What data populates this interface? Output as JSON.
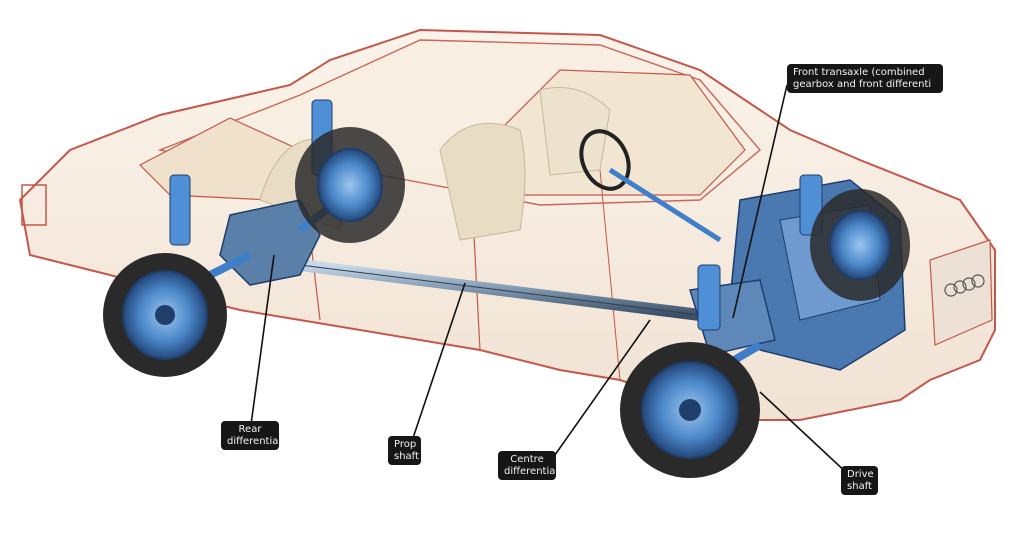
{
  "callouts": {
    "front_transaxle": {
      "line1": "Front transaxle (combined",
      "line2": "gearbox and front differenti"
    },
    "rear_differential": {
      "line1": "Rear",
      "line2": "differential"
    },
    "prop_shaft": {
      "line1": "Prop",
      "line2": "shaft"
    },
    "centre_differential": {
      "line1": "Centre",
      "line2": "differential"
    },
    "drive_shaft": {
      "line1": "Drive",
      "line2": "shaft"
    }
  },
  "colors": {
    "body_outline": "#c4574a",
    "drivetrain": "#3f7fc9",
    "drivetrain_dark": "#1f3e6a",
    "tyre": "#2a2a2a",
    "interior": "#e9dcc4",
    "callout_bg": "#161616",
    "leader": "#111111"
  }
}
